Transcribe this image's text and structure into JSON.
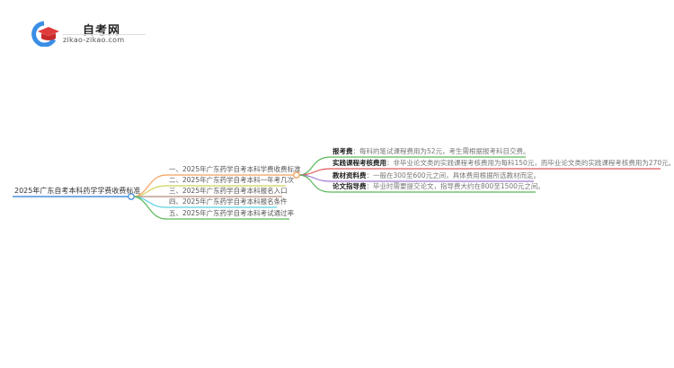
{
  "logo": {
    "title": "自考网",
    "subtitle": "zikao-zikao.com",
    "colors": {
      "ring": "#3a8ee6",
      "cap": "#e03a3a"
    }
  },
  "mindmap": {
    "root": {
      "label": "2025年广东自考本科药学学费收费标准",
      "color": "#4a90d9"
    },
    "branches": [
      {
        "label": "一、2025年广东药学自考本科学费收费标准",
        "color": "#f5a05a"
      },
      {
        "label": "二、2025年广东药学自考本科一年考几次",
        "color": "#cfd45a"
      },
      {
        "label": "三、2025年广东药学自考本科报名入口",
        "color": "#b08a7a"
      },
      {
        "label": "四、2025年广东药学自考本科报名条件",
        "color": "#5ad0e0"
      },
      {
        "label": "五、2025年广东药学自考本科考试通过率",
        "color": "#5ab85a"
      }
    ],
    "details": [
      {
        "key": "报考费",
        "sep": "：",
        "text": "每科的笔试课程费用为52元，考生需根据报考科目交费。",
        "color": "#5ab85a"
      },
      {
        "key": "实践课程考核费用",
        "sep": "：",
        "text": "非毕业论文类的实践课程考核费用为每科150元，而毕业论文类的实践课程考核费用为270元。",
        "color": "#e05a5a"
      },
      {
        "key": "教材资料费",
        "sep": "：",
        "text": "一般在300至600元之间，具体费用根据所选教材而定。",
        "color": "#a07ad0"
      },
      {
        "key": "论文指导费",
        "sep": "：",
        "text": "毕业时需要提交论文，指导费大约在800至1500元之间。",
        "color": "#5ab85a"
      }
    ]
  }
}
